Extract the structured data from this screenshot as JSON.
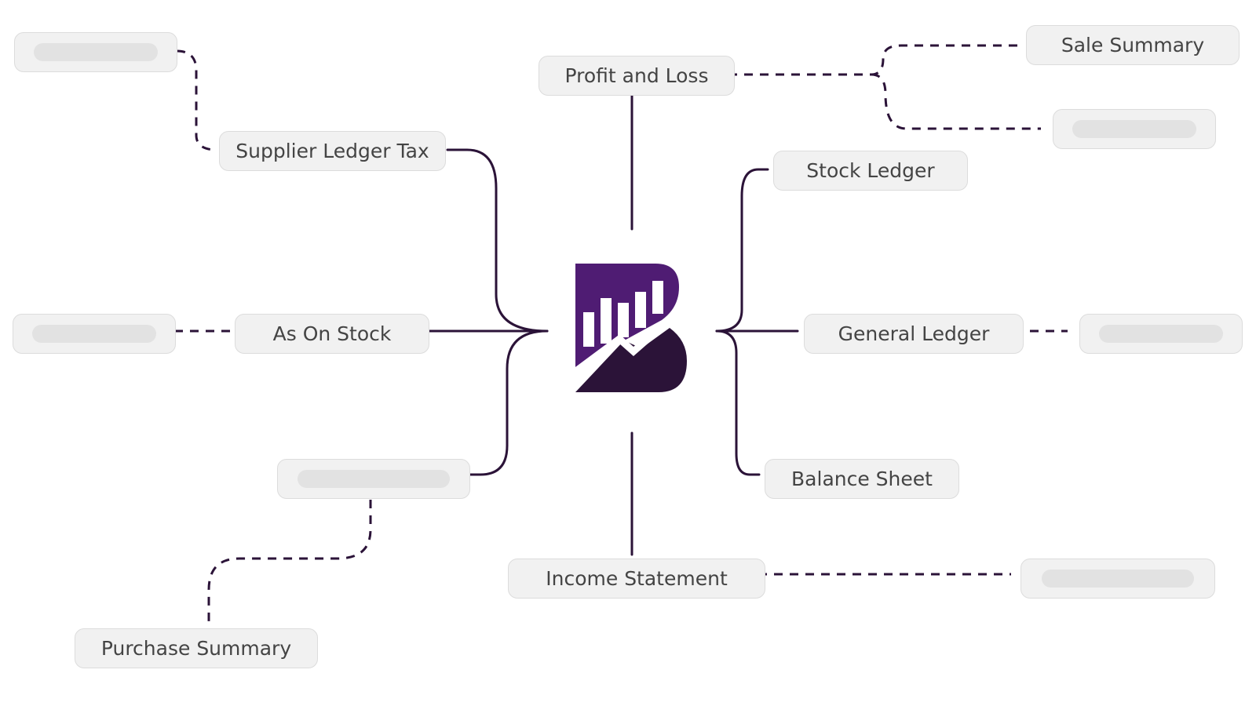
{
  "colors": {
    "connector": "#2b1338",
    "node_bg": "#f1f1f1",
    "node_border": "#dcdcdc",
    "node_text": "#444444",
    "placeholder": "#e2e2e2",
    "logo_top": "#4f1c73",
    "logo_bottom": "#2b1338"
  },
  "center": {
    "logo_icon": "bar-chart-b-logo-icon"
  },
  "nodes": {
    "profit_and_loss": "Profit and Loss",
    "supplier_ledger_tax": "Supplier Ledger Tax",
    "as_on_stock": "As On Stock",
    "stock_ledger": "Stock Ledger",
    "general_ledger": "General Ledger",
    "balance_sheet": "Balance Sheet",
    "income_statement": "Income Statement",
    "sale_summary": "Sale Summary",
    "purchase_summary": "Purchase Summary"
  }
}
